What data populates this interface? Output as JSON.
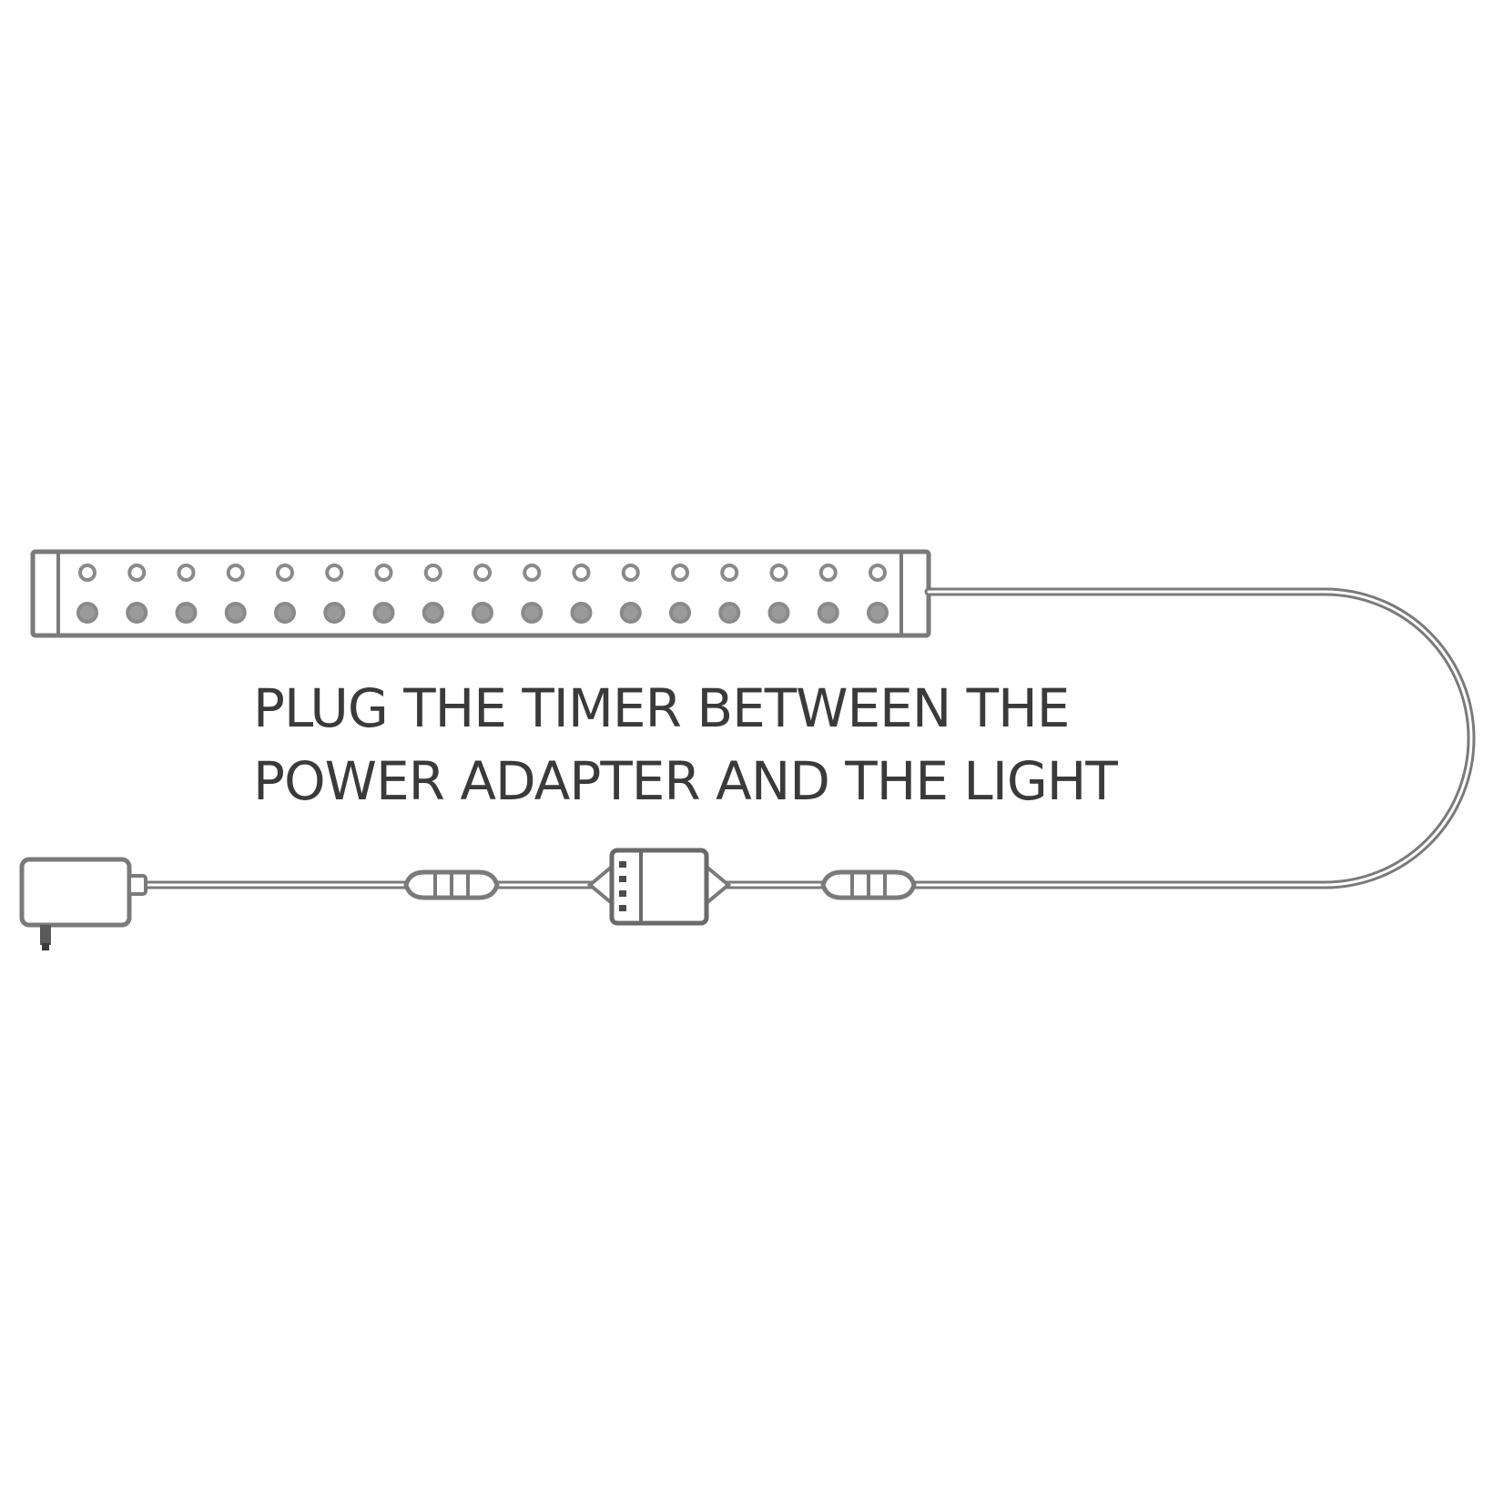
{
  "instruction": {
    "line1": "PLUG THE TIMER BETWEEN THE",
    "line2": "POWER ADAPTER AND THE LIGHT"
  },
  "colors": {
    "background": "#ffffff",
    "stroke": "#7a7a7a",
    "text": "#3a3a3a"
  },
  "components": {
    "light_bar": {
      "led_rows": 2,
      "leds_per_row": 17
    },
    "power_adapter": {
      "icon": "power-adapter-icon"
    },
    "timer": {
      "icon": "timer-icon"
    },
    "connectors": [
      "inline-connector-icon",
      "inline-connector-icon"
    ]
  }
}
